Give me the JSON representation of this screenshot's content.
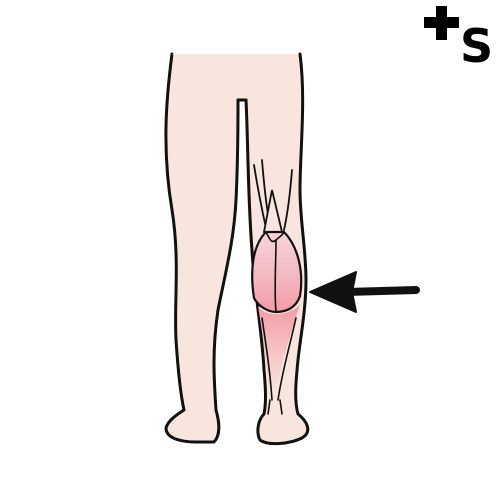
{
  "logo": {
    "symbol": "+",
    "letter": "S",
    "icon": "plus-icon",
    "color": "#000000"
  },
  "illustration": {
    "subject": "legs-rear-view",
    "highlighted_muscle": "calf-muscle",
    "pointer": "arrow-left-icon",
    "colors": {
      "skin": "#f8e6de",
      "outline": "#111111",
      "muscle": "#f2b9c0",
      "muscle_light": "#f7d4d8",
      "muscle_deep": "#f49aa6",
      "arrow": "#111111"
    }
  }
}
